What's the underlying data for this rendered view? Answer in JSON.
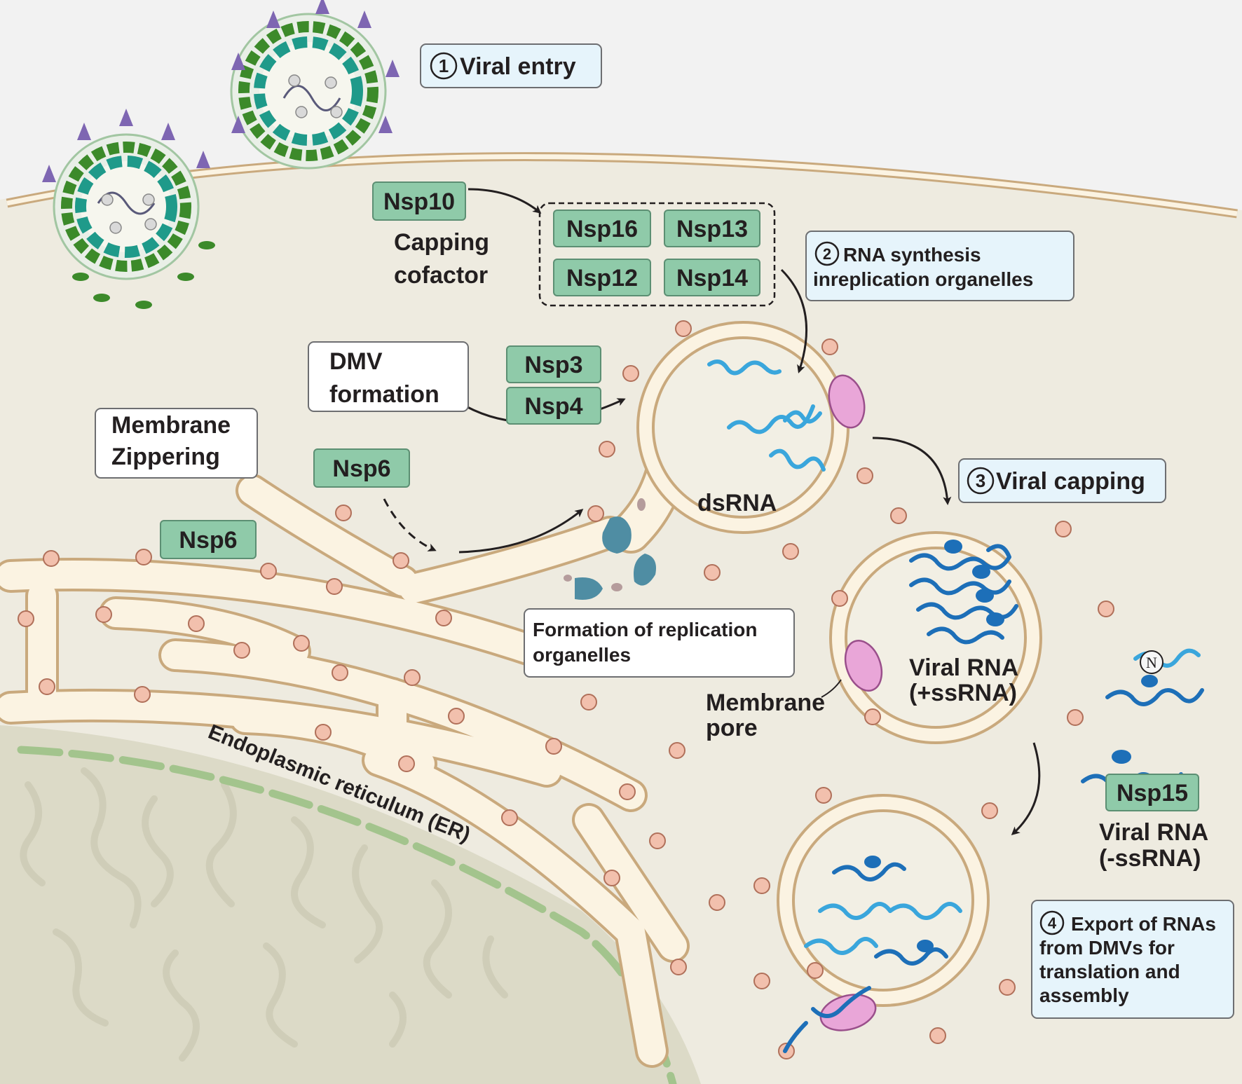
{
  "steps": {
    "viral_entry": {
      "num": "1",
      "label": "Viral entry"
    },
    "rna_synthesis": {
      "num": "2",
      "line1": "RNA synthesis",
      "line2": "inreplication organelles"
    },
    "viral_capping": {
      "num": "3",
      "label": "Viral capping"
    },
    "export": {
      "num": "4",
      "line1": "Export of RNAs",
      "line2": "from DMVs for",
      "line3": "translation and",
      "line4": "assembly"
    }
  },
  "proteins": {
    "nsp10": "Nsp10",
    "nsp16": "Nsp16",
    "nsp13": "Nsp13",
    "nsp12": "Nsp12",
    "nsp14": "Nsp14",
    "nsp3": "Nsp3",
    "nsp4": "Nsp4",
    "nsp6_top": "Nsp6",
    "nsp6_left": "Nsp6",
    "nsp15": "Nsp15"
  },
  "labels": {
    "capping_cofactor_1": "Capping",
    "capping_cofactor_2": "cofactor",
    "dmv_1": "DMV",
    "dmv_2": "formation",
    "zipper_1": "Membrane",
    "zipper_2": "Zippering",
    "replication_org_1": "Formation of replication",
    "replication_org_2": "organelles",
    "dsrna": "dsRNA",
    "pos_rna_1": "Viral RNA",
    "pos_rna_2": "(+ssRNA)",
    "pore_1": "Membrane",
    "pore_2": "pore",
    "neg_rna_1": "Viral RNA",
    "neg_rna_2": "(-ssRNA)",
    "n_protein": "N",
    "er": "Endoplasmic reticulum (ER)"
  },
  "colors": {
    "cytoplasm": "#eeebe0",
    "extracellular": "#f2f2f2",
    "nucleus": "#dcdac7",
    "membrane_fill": "#fbf3e2",
    "membrane_stroke": "#c9a97d",
    "nsp_fill": "#8fcaa9",
    "ribosome": "#f2c0ad",
    "pore": "#e9a6d8",
    "rna_light": "#3aa6dc",
    "rna_dark": "#1d6fb8"
  }
}
